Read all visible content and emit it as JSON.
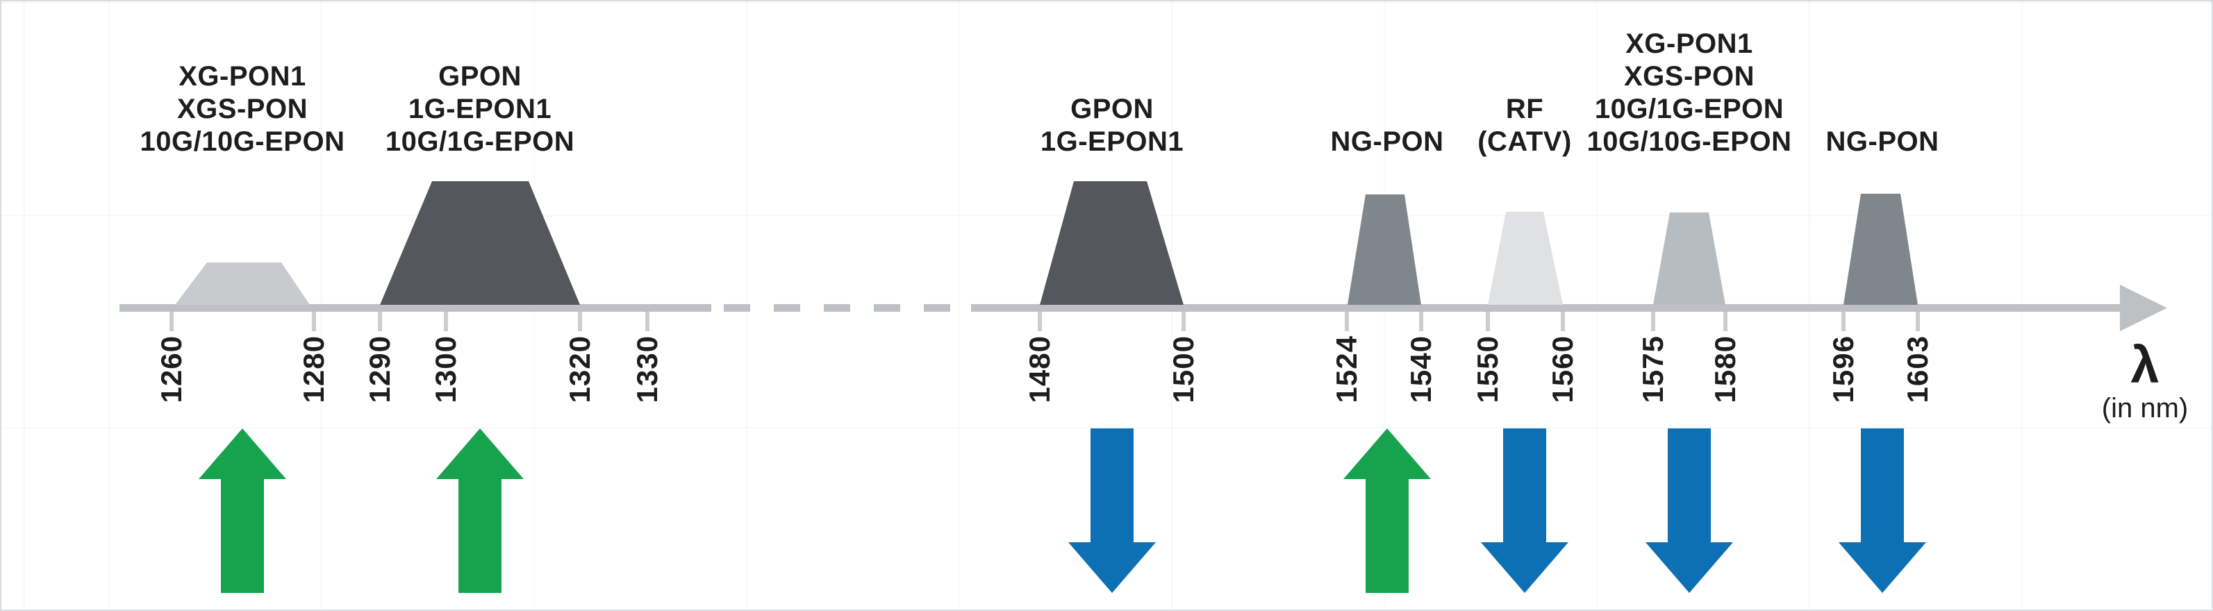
{
  "figure": {
    "axis_label": "λ",
    "axis_unit": "(in nm)",
    "ticks": [
      "1260",
      "1280",
      "1290",
      "1300",
      "1320",
      "1330",
      "1480",
      "1500",
      "1524",
      "1540",
      "1550",
      "1560",
      "1575",
      "1580",
      "1596",
      "1603"
    ]
  },
  "bands": [
    {
      "lines": [
        "XG-PON1",
        "XGS-PON",
        "10G/10G-EPON"
      ],
      "range_nm": [
        1260,
        1280
      ],
      "arrow": "up"
    },
    {
      "lines": [
        "GPON",
        "1G-EPON1",
        "10G/1G-EPON"
      ],
      "range_nm": [
        1290,
        1320
      ],
      "arrow": "up"
    },
    {
      "lines": [
        "GPON",
        "1G-EPON1"
      ],
      "range_nm": [
        1480,
        1500
      ],
      "arrow": "down"
    },
    {
      "lines": [
        "NG-PON"
      ],
      "range_nm": [
        1524,
        1540
      ],
      "arrow": "up"
    },
    {
      "lines": [
        "RF",
        "(CATV)"
      ],
      "range_nm": [
        1550,
        1560
      ],
      "arrow": "down"
    },
    {
      "lines": [
        "XG-PON1",
        "XGS-PON",
        "10G/1G-EPON",
        "10G/10G-EPON"
      ],
      "range_nm": [
        1575,
        1580
      ],
      "arrow": "down"
    },
    {
      "lines": [
        "NG-PON"
      ],
      "range_nm": [
        1596,
        1603
      ],
      "arrow": "down"
    }
  ],
  "colors": {
    "upstream_green": "#17a24e",
    "downstream_blue": "#0d70b5",
    "band_dark": "#54585c",
    "band_medium": "#7f878d",
    "band_light": "#c7cbcd",
    "band_lighter": "#b7bcc0",
    "band_lightest": "#dfe1e2",
    "axis_gray": "#bdc1c4",
    "tick_gray": "#cbced0",
    "text": "#1d1d1b"
  }
}
